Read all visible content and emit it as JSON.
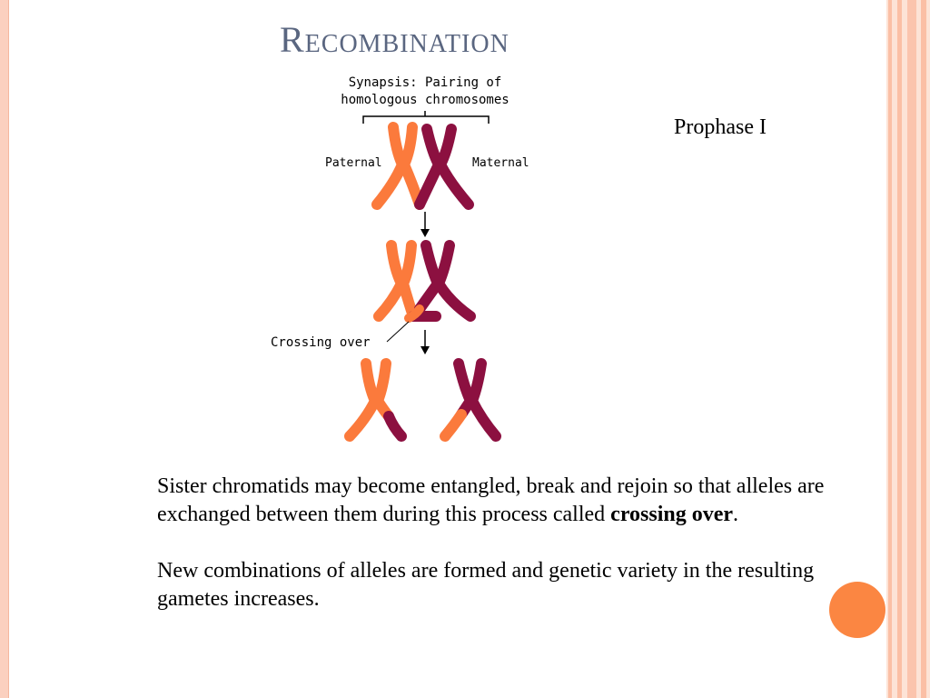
{
  "slide": {
    "title": "Recombination",
    "subtitle": "Prophase I"
  },
  "diagram": {
    "synapsis_label_line1": "Synapsis: Pairing of",
    "synapsis_label_line2": "homologous chromosomes",
    "paternal_label": "Paternal",
    "maternal_label": "Maternal",
    "crossing_over_label": "Crossing over"
  },
  "body": {
    "paragraph1_text": "Sister chromatids may become entangled, break and rejoin so that alleles are exchanged between them during this process called ",
    "paragraph1_bold": "crossing over",
    "paragraph1_end": ".",
    "paragraph2": "New combinations of alleles are formed and genetic variety in the resulting gametes increases."
  },
  "colors": {
    "paternal": "#fb7a3c",
    "maternal": "#8c1040",
    "title": "#5a6680",
    "accent": "#fb8642",
    "border_stripes": "#fbc4ad"
  }
}
